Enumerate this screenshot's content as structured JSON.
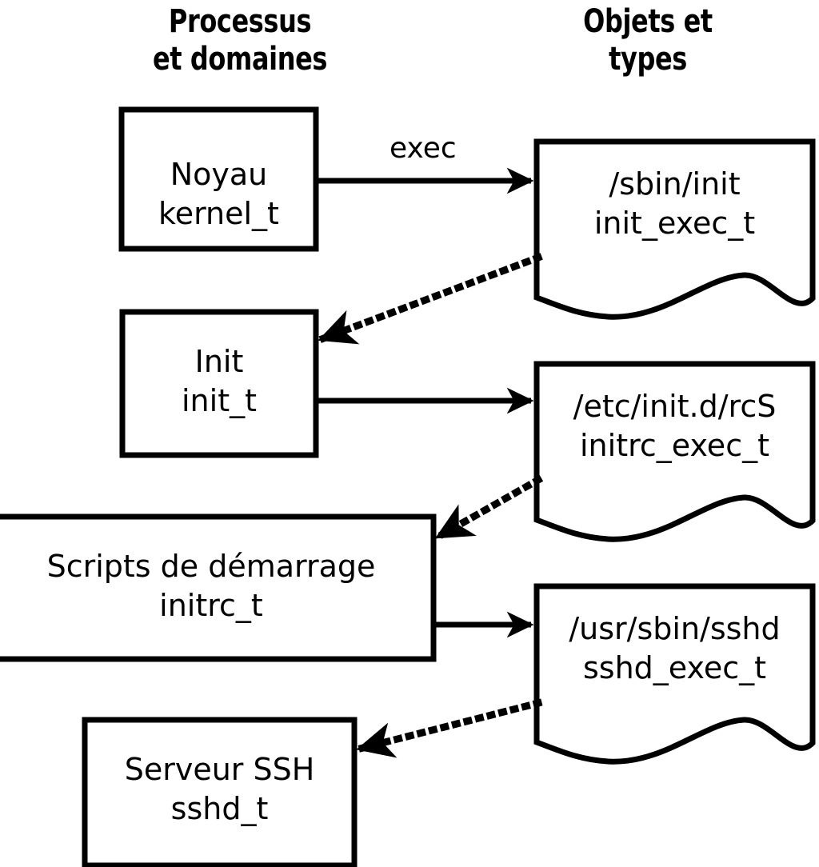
{
  "headers": {
    "left": {
      "line1": "Processus",
      "line2": "et domaines"
    },
    "right": {
      "line1": "Objets et",
      "line2": "types"
    }
  },
  "colors": {
    "stroke": "#000000",
    "background": "#ffffff",
    "fill": "#ffffff"
  },
  "process_nodes": [
    {
      "id": "kernel",
      "title": "Noyau",
      "type": "kernel_t"
    },
    {
      "id": "init",
      "title": "Init",
      "type": "init_t"
    },
    {
      "id": "initrc",
      "title": "Scripts de démarrage",
      "type": "initrc_t"
    },
    {
      "id": "sshd",
      "title": "Serveur SSH",
      "type": "sshd_t"
    }
  ],
  "object_nodes": [
    {
      "id": "init-exec",
      "path": "/sbin/init",
      "type": "init_exec_t"
    },
    {
      "id": "initrc-exec",
      "path": "/etc/init.d/rcS",
      "type": "initrc_exec_t"
    },
    {
      "id": "sshd-exec",
      "path": "/usr/sbin/sshd",
      "type": "sshd_exec_t"
    }
  ],
  "edges": [
    {
      "id": "kernel-exec-init",
      "from": "kernel",
      "to": "init-exec",
      "style": "solid",
      "label": "exec"
    },
    {
      "id": "initexec-transition-init",
      "from": "init-exec",
      "to": "init",
      "style": "dotted",
      "label": ""
    },
    {
      "id": "init-exec-rcs",
      "from": "init",
      "to": "initrc-exec",
      "style": "solid",
      "label": ""
    },
    {
      "id": "rcsexec-transition-initrc",
      "from": "initrc-exec",
      "to": "initrc",
      "style": "dotted",
      "label": ""
    },
    {
      "id": "initrc-exec-sshd",
      "from": "initrc",
      "to": "sshd-exec",
      "style": "solid",
      "label": ""
    },
    {
      "id": "sshdexec-transition-sshd",
      "from": "sshd-exec",
      "to": "sshd",
      "style": "dotted",
      "label": ""
    }
  ]
}
